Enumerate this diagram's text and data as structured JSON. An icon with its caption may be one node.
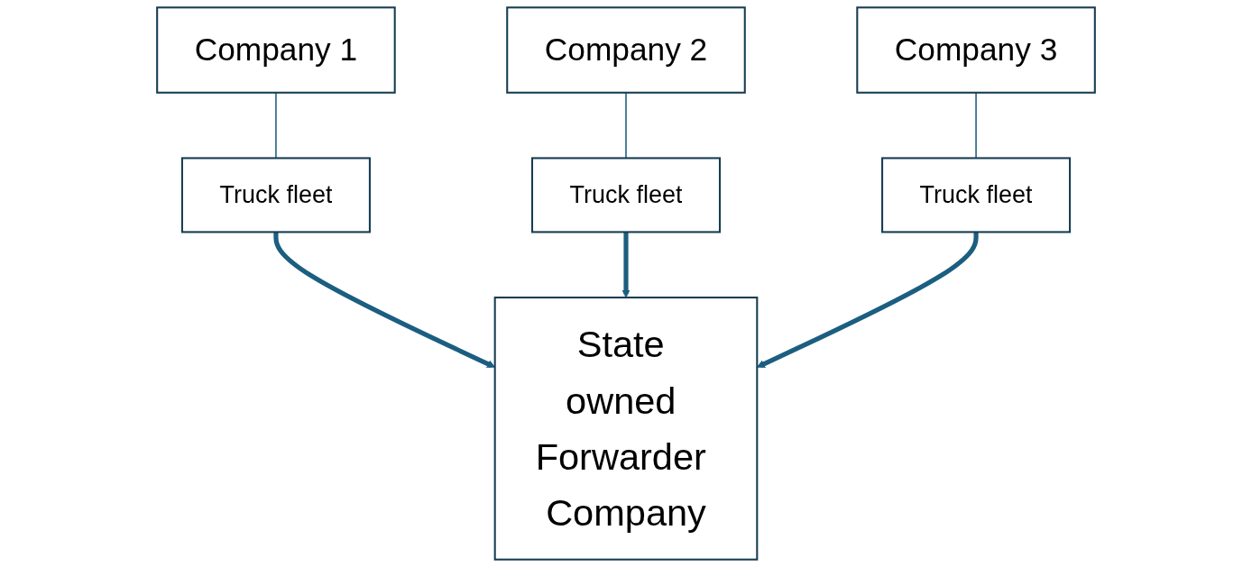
{
  "diagram": {
    "nodes": [
      {
        "text": [
          "Company 1"
        ]
      },
      {
        "text": [
          "Company 2"
        ]
      },
      {
        "text": [
          "Company 3"
        ]
      },
      {
        "text": [
          "Truck fleet"
        ]
      },
      {
        "text": [
          "Truck fleet"
        ]
      },
      {
        "text": [
          "Truck fleet"
        ]
      },
      {
        "text": [
          "State owned Forwarder Company"
        ]
      }
    ],
    "edges": [
      {
        "from": 0,
        "to": 3,
        "arrow": "none"
      },
      {
        "from": 1,
        "to": 4,
        "arrow": "none"
      },
      {
        "from": 2,
        "to": 5,
        "arrow": "none"
      },
      {
        "from": 3,
        "to": 6,
        "arrow": "to",
        "style": "thick"
      },
      {
        "from": 4,
        "to": 6,
        "arrow": "to",
        "style": "thick"
      },
      {
        "from": 5,
        "to": 6,
        "arrow": "to",
        "style": "thick"
      }
    ]
  }
}
